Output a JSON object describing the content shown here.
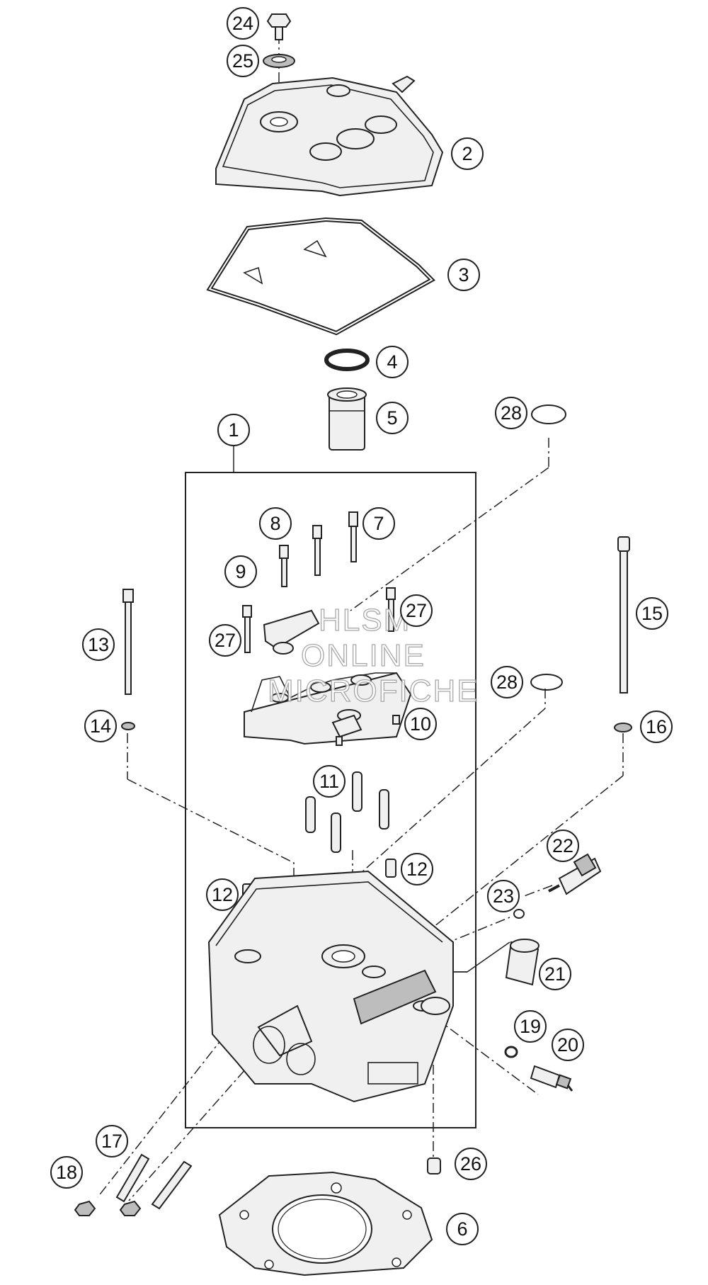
{
  "callouts": [
    {
      "id": "c-1",
      "label": "1"
    },
    {
      "id": "c-2",
      "label": "2"
    },
    {
      "id": "c-3",
      "label": "3"
    },
    {
      "id": "c-4",
      "label": "4"
    },
    {
      "id": "c-5",
      "label": "5"
    },
    {
      "id": "c-6",
      "label": "6"
    },
    {
      "id": "c-7",
      "label": "7"
    },
    {
      "id": "c-8",
      "label": "8"
    },
    {
      "id": "c-9",
      "label": "9"
    },
    {
      "id": "c-10",
      "label": "10"
    },
    {
      "id": "c-11",
      "label": "11"
    },
    {
      "id": "c-12a",
      "label": "12"
    },
    {
      "id": "c-12b",
      "label": "12"
    },
    {
      "id": "c-13",
      "label": "13"
    },
    {
      "id": "c-14",
      "label": "14"
    },
    {
      "id": "c-15",
      "label": "15"
    },
    {
      "id": "c-16",
      "label": "16"
    },
    {
      "id": "c-17",
      "label": "17"
    },
    {
      "id": "c-18",
      "label": "18"
    },
    {
      "id": "c-19",
      "label": "19"
    },
    {
      "id": "c-20",
      "label": "20"
    },
    {
      "id": "c-21",
      "label": "21"
    },
    {
      "id": "c-22",
      "label": "22"
    },
    {
      "id": "c-23",
      "label": "23"
    },
    {
      "id": "c-24",
      "label": "24"
    },
    {
      "id": "c-25",
      "label": "25"
    },
    {
      "id": "c-26",
      "label": "26"
    },
    {
      "id": "c-27a",
      "label": "27"
    },
    {
      "id": "c-27b",
      "label": "27"
    },
    {
      "id": "c-28a",
      "label": "28"
    },
    {
      "id": "c-28b",
      "label": "28"
    }
  ],
  "watermark": {
    "line1": "HLSM",
    "line2": "ONLINE",
    "line3": "MICROFICHE"
  }
}
